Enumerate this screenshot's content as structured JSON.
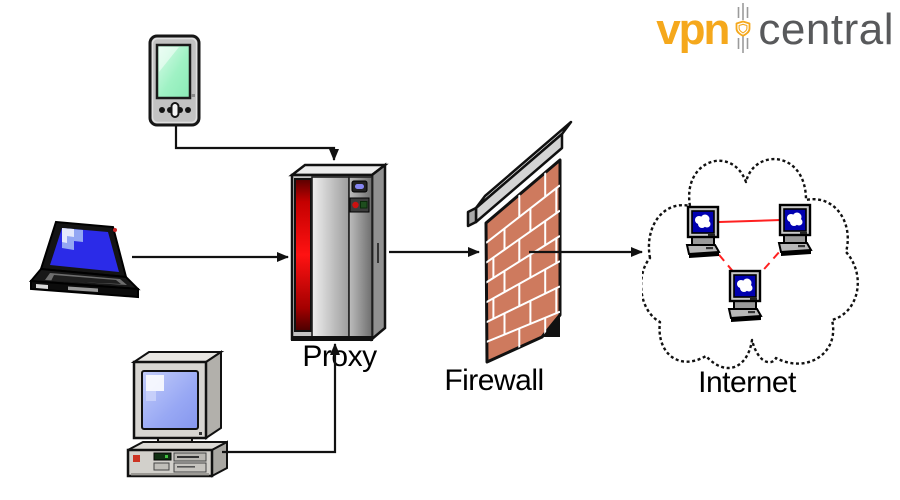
{
  "logo": {
    "text_vpn": "vpn",
    "text_central": "central",
    "icon": "shield-separator-icon",
    "color_vpn": "#F5A81C",
    "color_central": "#58595B"
  },
  "diagram": {
    "type": "network-topology-diagram",
    "labels": {
      "proxy": "Proxy",
      "firewall": "Firewall",
      "internet": "Internet"
    },
    "nodes": [
      {
        "id": "pda",
        "kind": "handheld-pda",
        "label": ""
      },
      {
        "id": "laptop",
        "kind": "laptop-computer",
        "label": ""
      },
      {
        "id": "desktop",
        "kind": "desktop-computer",
        "label": ""
      },
      {
        "id": "proxy",
        "kind": "server-tower",
        "label": "Proxy"
      },
      {
        "id": "firewall",
        "kind": "brick-wall",
        "label": "Firewall"
      },
      {
        "id": "internet",
        "kind": "cloud-with-three-pcs",
        "label": "Internet"
      }
    ],
    "connections": [
      {
        "from": "pda",
        "to": "proxy",
        "arrow": true,
        "style": "solid"
      },
      {
        "from": "laptop",
        "to": "proxy",
        "arrow": true,
        "style": "solid"
      },
      {
        "from": "desktop",
        "to": "proxy",
        "arrow": true,
        "style": "solid"
      },
      {
        "from": "proxy",
        "to": "firewall",
        "arrow": true,
        "style": "solid"
      },
      {
        "from": "firewall",
        "to": "internet",
        "arrow": true,
        "style": "solid"
      }
    ],
    "internet_links": [
      {
        "from": "pc-top-left",
        "to": "pc-top-right",
        "style": "solid"
      },
      {
        "from": "pc-top-left",
        "to": "pc-bottom",
        "style": "dashed"
      },
      {
        "from": "pc-top-right",
        "to": "pc-bottom",
        "style": "dashed"
      }
    ]
  },
  "colors": {
    "background": "#FFFFFF",
    "connector": "#111111",
    "internet_link_red": "#FF2020",
    "brick": "#CE7A5E",
    "mortar": "#FFFFFF",
    "server_red_stripe": "#E00000",
    "pda_screen_green": "#9FF2C4",
    "laptop_screen_blue": "#2B2BE8",
    "desktop_screen_blue": "#98A8F4",
    "mini_pc_screen_blue": "#0000B0"
  }
}
